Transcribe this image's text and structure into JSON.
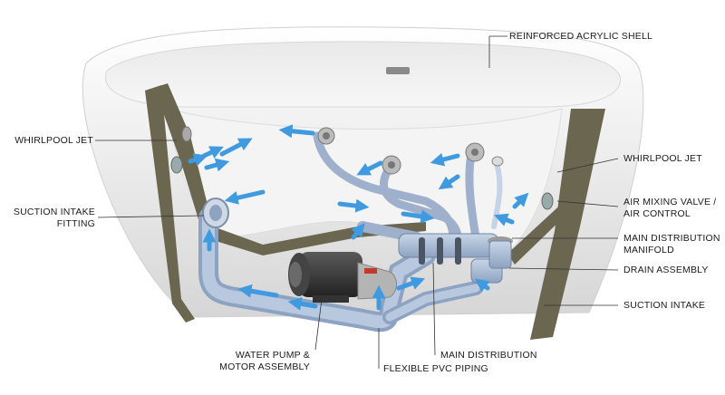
{
  "labels": {
    "shell": "REINFORCED ACRYLIC SHELL",
    "jet_left": "WHIRLPOOL JET",
    "jet_right": "WHIRLPOOL JET",
    "suction_fitting_1": "SUCTION INTAKE",
    "suction_fitting_2": "FITTING",
    "air_valve_1": "AIR MIXING VALVE /",
    "air_valve_2": "AIR CONTROL",
    "manifold_1": "MAIN DISTRIBUTION",
    "manifold_2": "MANIFOLD",
    "drain": "DRAIN ASSEMBLY",
    "suction_intake": "SUCTION INTAKE",
    "pump_1": "WATER PUMP &",
    "pump_2": "MOTOR ASSEMBLY",
    "main_dist": "MAIN DISTRIBUTION",
    "pvc": "FLEXIBLE PVC PIPING"
  },
  "colors": {
    "shell": "#f2f2f2",
    "shell_shadow": "#c9c9c9",
    "cutaway": "#6b6650",
    "pipe": "#a9bcd6",
    "pipe_dark": "#7f93b0",
    "flow_arrow": "#3f9ae0",
    "pump": "#3a3a3a",
    "leader": "#333333"
  }
}
